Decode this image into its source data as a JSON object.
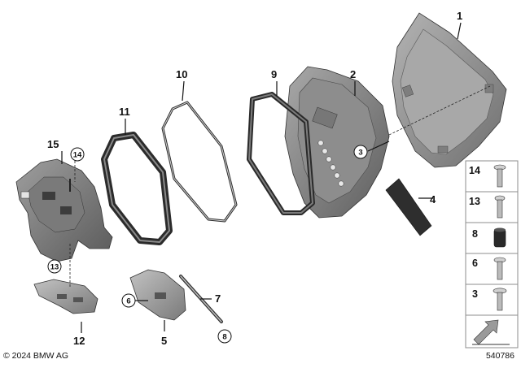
{
  "callouts": {
    "p1": "1",
    "p2": "2",
    "p3": "3",
    "p4": "4",
    "p5": "5",
    "p6": "6",
    "p7": "7",
    "p8": "8",
    "p9": "9",
    "p10": "10",
    "p11": "11",
    "p12": "12",
    "p13": "13",
    "p14": "14",
    "p15": "15"
  },
  "side_tray": [
    "14",
    "13",
    "8",
    "6",
    "3"
  ],
  "footer": {
    "copyright": "© 2024 BMW AG",
    "image_id": "540786"
  }
}
